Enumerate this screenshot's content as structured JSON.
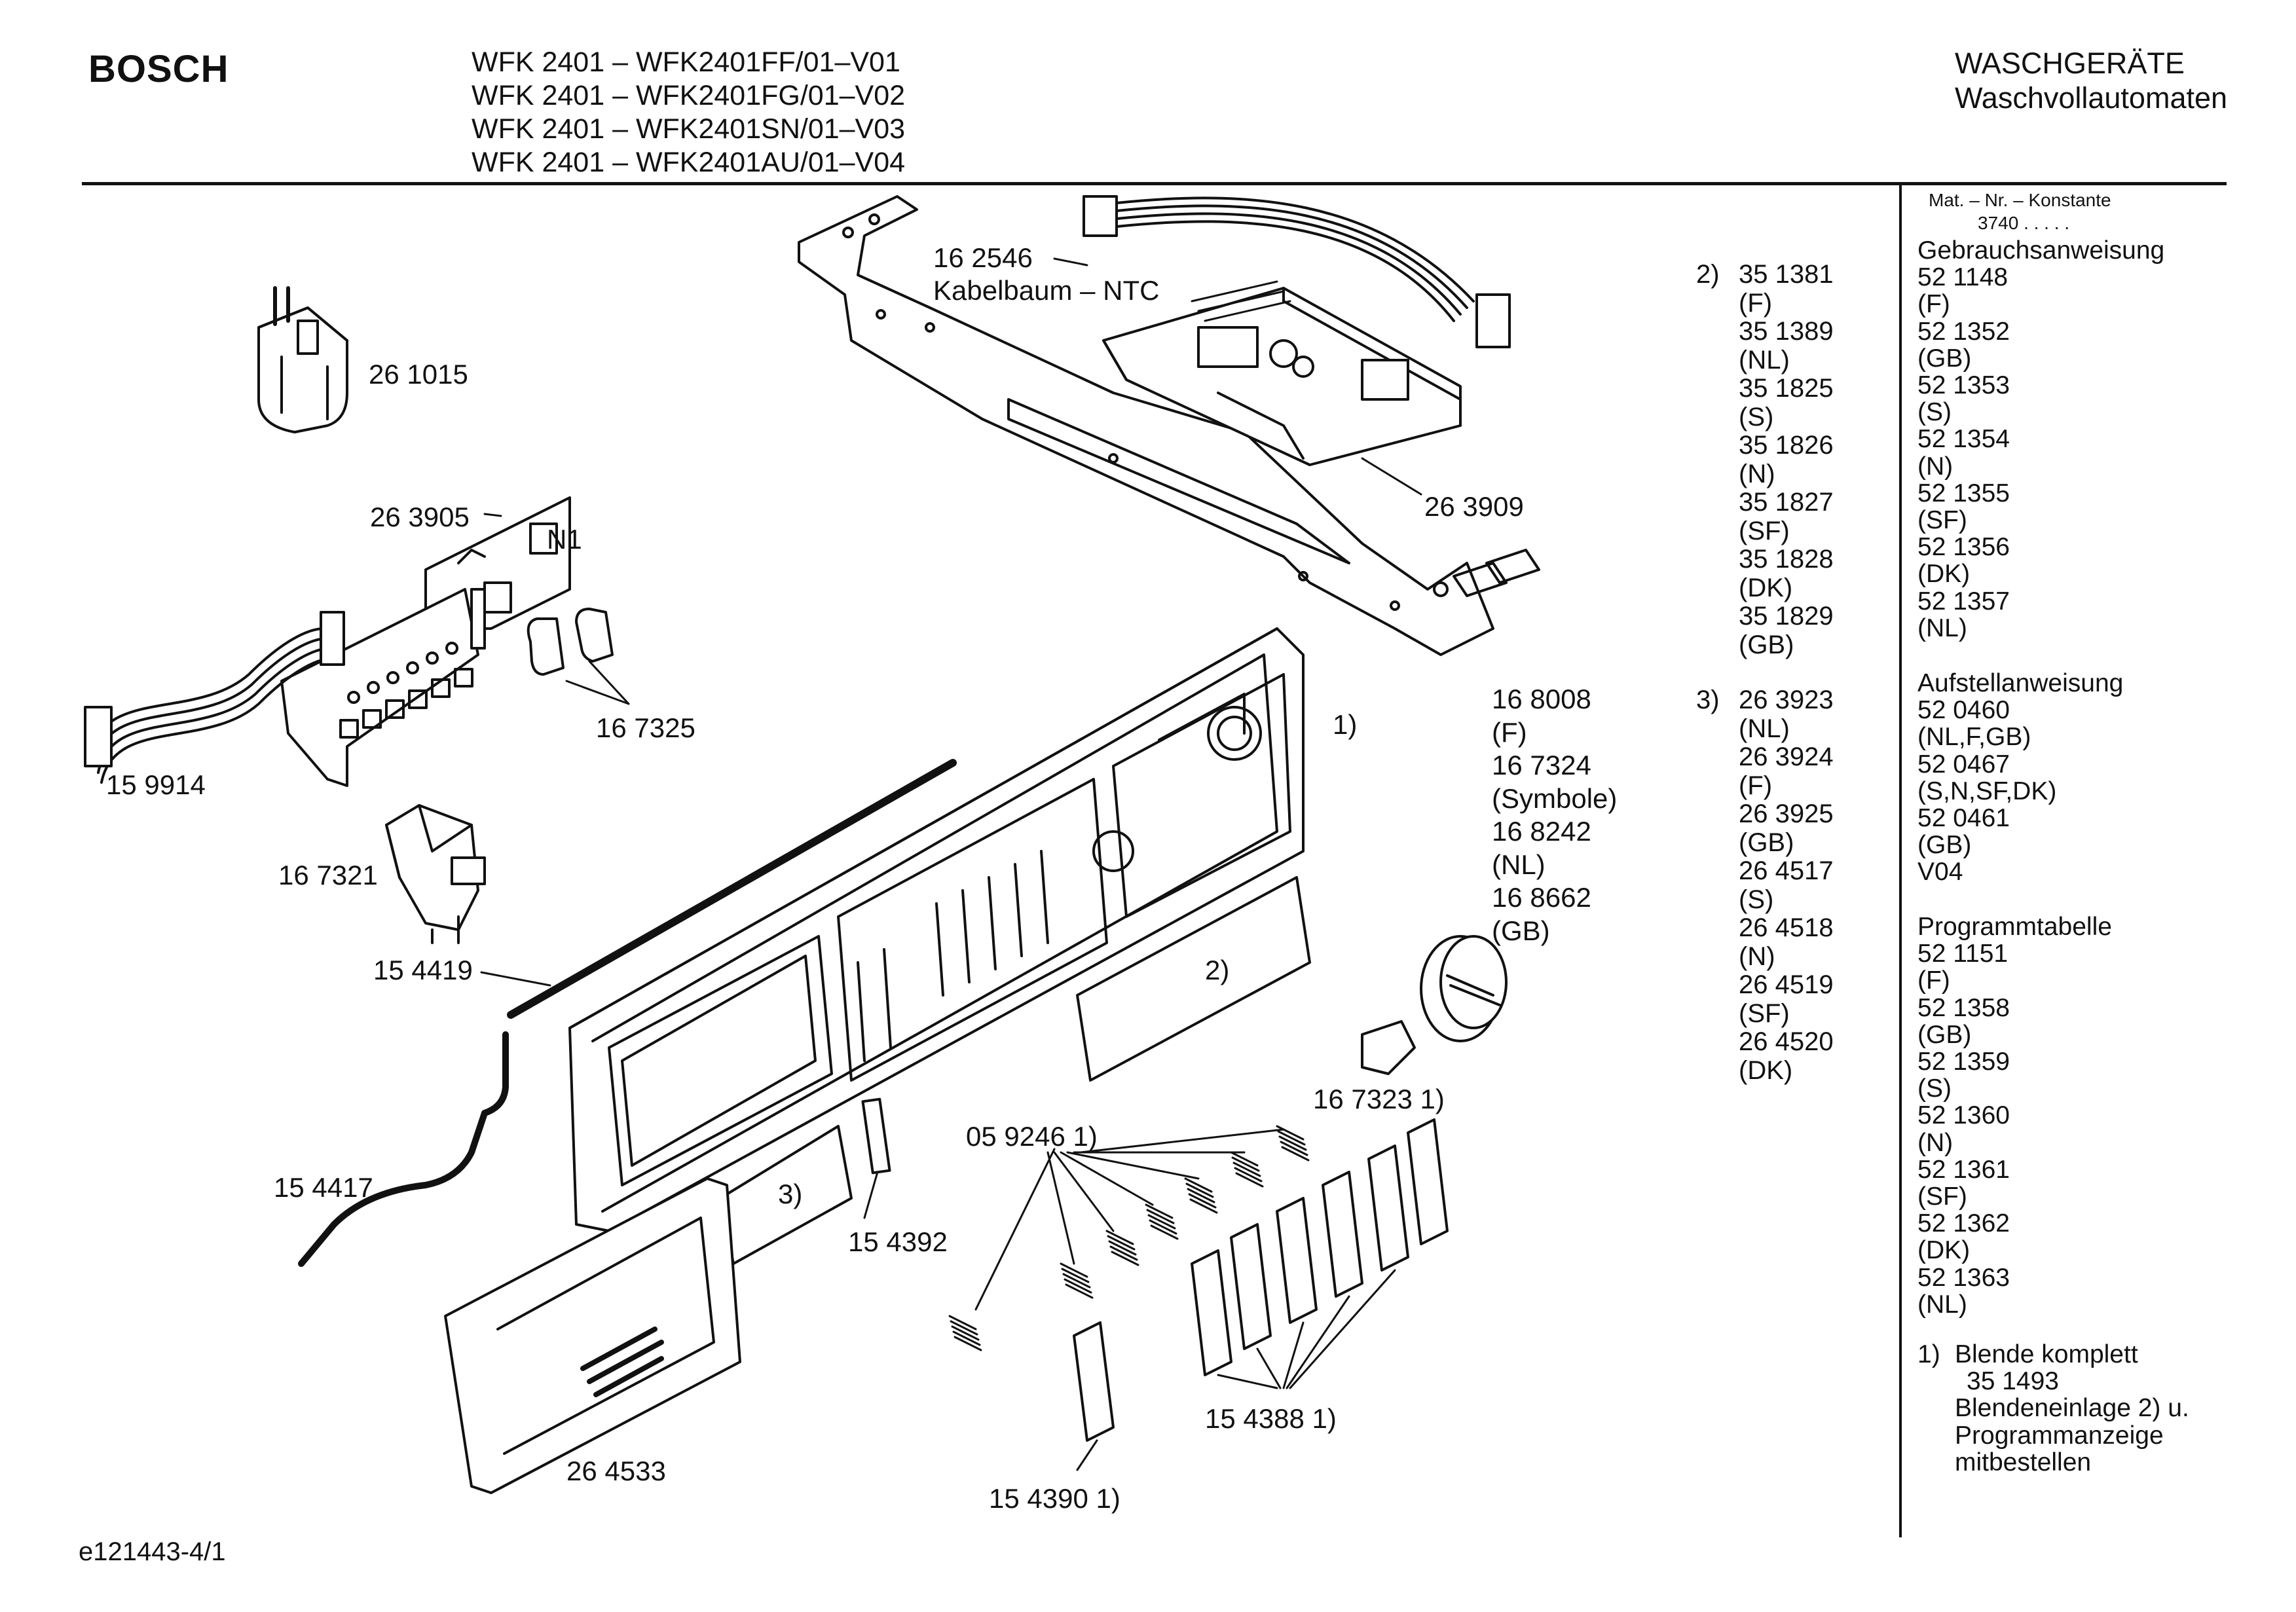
{
  "header": {
    "brand": "BOSCH",
    "models": [
      "WFK 2401 – WFK2401FF/01–V01",
      "WFK 2401 – WFK2401FG/01–V02",
      "WFK 2401 – WFK2401SN/01–V03",
      "WFK 2401 – WFK2401AU/01–V04"
    ],
    "category": "WASCHGERÄTE",
    "subcategory": "Waschvollautomaten"
  },
  "callouts": {
    "c261015": "26 1015",
    "c162546": "16 2546",
    "kabelbaum": "Kabelbaum – NTC",
    "c263905": "26 3905",
    "n1": "N1",
    "c263909": "26 3909",
    "c167325": "16 7325",
    "c159914": "15 9914",
    "c167321": "16 7321",
    "c154419": "15 4419",
    "c154417": "15 4417",
    "mark1": "1)",
    "mark2": "2)",
    "mark3": "3)",
    "c154392": "15 4392",
    "c059246": "05 9246 1)",
    "c167323": "16 7323 1)",
    "c154388": "15 4388 1)",
    "c154390": "15 4390 1)",
    "c264533": "26 4533"
  },
  "knob_parts": [
    "16 8008",
    "(F)",
    "16 7324",
    "(Symbole)",
    "16 8242",
    "(NL)",
    "16 8662",
    "(GB)"
  ],
  "list2": {
    "marker": "2)",
    "items": [
      "35 1381",
      "(F)",
      "35 1389",
      "(NL)",
      "35 1825",
      "(S)",
      "35 1826",
      "(N)",
      "35 1827",
      "(SF)",
      "35 1828",
      "(DK)",
      "35 1829",
      "(GB)"
    ]
  },
  "list3": {
    "marker": "3)",
    "items": [
      "26 3923",
      "(NL)",
      "26 3924",
      "(F)",
      "26 3925",
      "(GB)",
      "26 4517",
      "(S)",
      "26 4518",
      "(N)",
      "26 4519",
      "(SF)",
      "26 4520",
      "(DK)"
    ]
  },
  "sidebar": {
    "mat_nr": "Mat. – Nr. – Konstante",
    "konstante": "3740 . . . . .",
    "gebrauch_title": "Gebrauchsanweisung",
    "gebrauch": [
      "52 1148",
      "(F)",
      "52 1352",
      "(GB)",
      "52 1353",
      "(S)",
      "52 1354",
      "(N)",
      "52 1355",
      "(SF)",
      "52 1356",
      "(DK)",
      "52 1357",
      "(NL)"
    ],
    "aufstell_title": "Aufstellanweisung",
    "aufstell": [
      "52 0460",
      "(NL,F,GB)",
      "52 0467",
      "(S,N,SF,DK)",
      "52 0461",
      "(GB)",
      "V04"
    ],
    "programm_title": "Programmtabelle",
    "programm": [
      "52 1151",
      "(F)",
      "52 1358",
      "(GB)",
      "52 1359",
      "(S)",
      "52 1360",
      "(N)",
      "52 1361",
      "(SF)",
      "52 1362",
      "(DK)",
      "52 1363",
      "(NL)"
    ],
    "note_marker": "1)",
    "note": [
      "Blende komplett",
      "35 1493",
      "Blendeneinlage 2) u.",
      "Programmanzeige",
      "mitbestellen"
    ]
  },
  "footer": {
    "code": "e121443-4/1"
  }
}
